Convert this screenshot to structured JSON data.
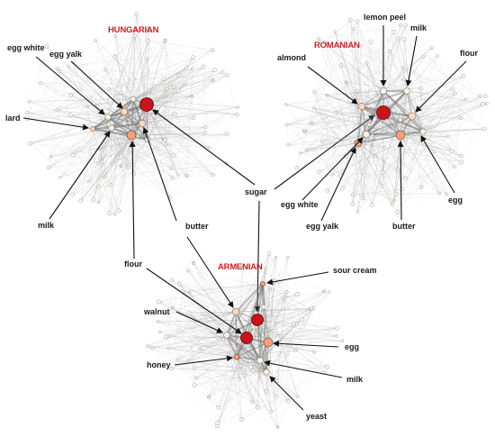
{
  "colors": {
    "title": "#c8202a",
    "hub": "#c8141c",
    "medium": "#f2a07e",
    "light": "#fbd9c3",
    "pale": "#fdf3e6",
    "edge": "#8c8c8c",
    "arrow": "#111111"
  },
  "networks": [
    {
      "id": "hungarian",
      "title": "HUNGARIAN",
      "labels": [
        "egg yalk",
        "egg white",
        "lard",
        "milk",
        "flour",
        "butter",
        "sugar"
      ]
    },
    {
      "id": "romanian",
      "title": "ROMANIAN",
      "labels": [
        "lemon peel",
        "milk",
        "almond",
        "flour",
        "egg white",
        "egg yalk",
        "butter",
        "egg"
      ]
    },
    {
      "id": "armenian",
      "title": "ARMENIAN",
      "labels": [
        "sour cream",
        "walnut",
        "egg",
        "honey",
        "milk",
        "yeast"
      ]
    }
  ]
}
